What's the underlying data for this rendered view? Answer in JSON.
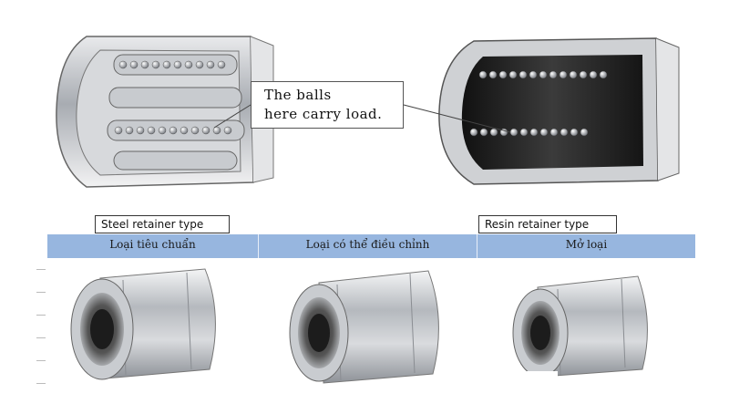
{
  "callout": {
    "line1": "The balls",
    "line2": "here carry load."
  },
  "labels": {
    "steel": "Steel retainer type",
    "resin": "Resin retainer type"
  },
  "headers": [
    "Loại tiêu chuẩn",
    "Loại có thể điều chỉnh",
    "Mở loại"
  ],
  "colors": {
    "header_bar": "#97b6df",
    "metal": "#b9bcc1",
    "resin_dark": "#222222"
  }
}
